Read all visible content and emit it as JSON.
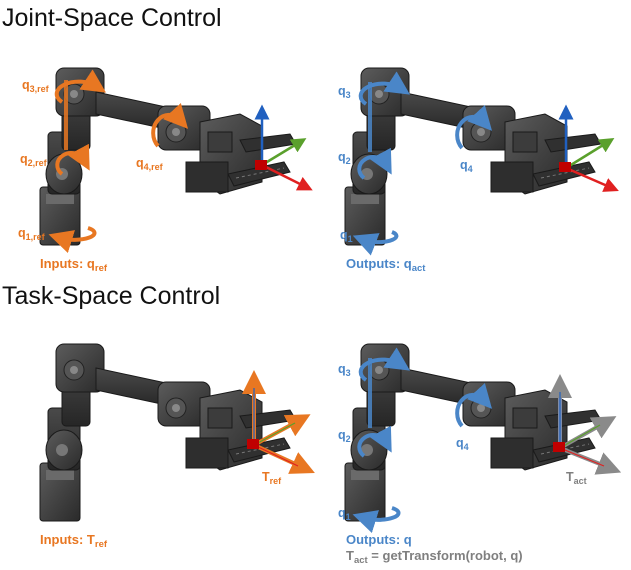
{
  "headings": {
    "joint": "Joint-Space Control",
    "task": "Task-Space Control"
  },
  "colors": {
    "input": "#E87722",
    "output": "#4A86C8",
    "gray_text": "#7F7F7F",
    "axis_x": "#E02020",
    "axis_y": "#5AA02C",
    "axis_z": "#2060C0",
    "robot_dark": "#3a3a3a",
    "robot_light": "#6a6a6a",
    "red_cube": "#c00000"
  },
  "joint_inputs": {
    "q3": {
      "base": "q",
      "sub": "3,ref"
    },
    "q2": {
      "base": "q",
      "sub": "2,ref"
    },
    "q4": {
      "base": "q",
      "sub": "4,ref"
    },
    "q1": {
      "base": "q",
      "sub": "1,ref"
    },
    "caption": {
      "text": "Inputs: q",
      "sub": "ref"
    }
  },
  "joint_outputs": {
    "q3": {
      "base": "q",
      "sub": "3"
    },
    "q2": {
      "base": "q",
      "sub": "2"
    },
    "q4": {
      "base": "q",
      "sub": "4"
    },
    "q1": {
      "base": "q",
      "sub": "1"
    },
    "caption": {
      "text": "Outputs: q",
      "sub": "act"
    }
  },
  "task_inputs": {
    "tref": {
      "base": "T",
      "sub": "ref"
    },
    "caption": {
      "text": "Inputs: T",
      "sub": "ref"
    }
  },
  "task_outputs": {
    "q3": {
      "base": "q",
      "sub": "3"
    },
    "q2": {
      "base": "q",
      "sub": "2"
    },
    "q4": {
      "base": "q",
      "sub": "4"
    },
    "q1": {
      "base": "q",
      "sub": "1"
    },
    "tact": {
      "base": "T",
      "sub": "act"
    },
    "caption": {
      "text": "Outputs: q"
    },
    "formula": {
      "base": "T",
      "sub": "act",
      "rest": " = getTransform(robot, q)"
    }
  }
}
